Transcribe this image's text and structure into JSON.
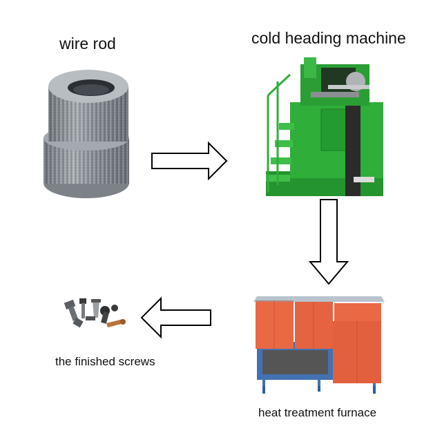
{
  "steps": {
    "wire_rod": "wire rod",
    "cold_heading": "cold heading machine",
    "furnace": "heat treatment furnace",
    "screws": "the finished screws"
  },
  "colors": {
    "machine_green": "#2fae3a",
    "furnace_orange": "#e8552c",
    "furnace_frame": "#2a5fa8",
    "wire_gray": "#9aa0a6",
    "arrow_stroke": "#000000"
  }
}
